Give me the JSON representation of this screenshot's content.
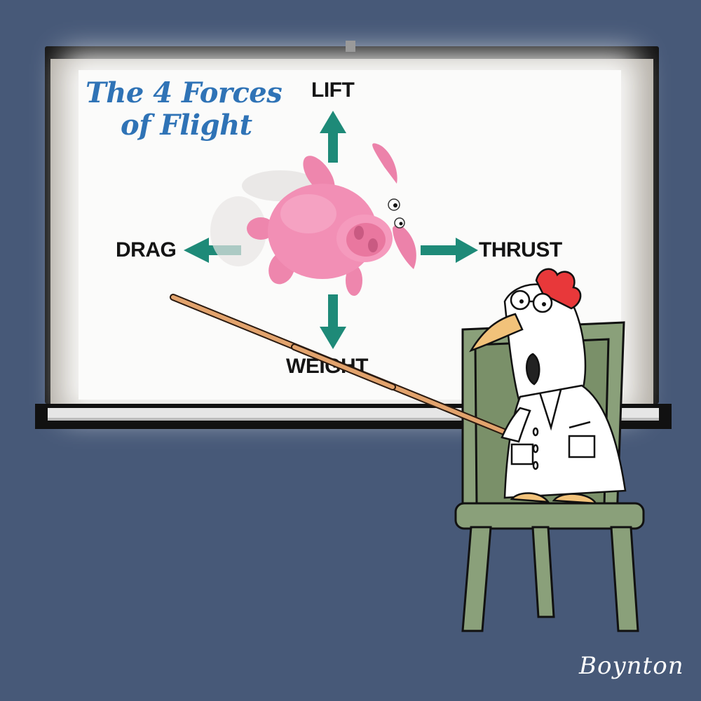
{
  "title": {
    "line1": "The 4 Forces",
    "line2": "of Flight"
  },
  "forces": {
    "lift": "LIFT",
    "drag": "DRAG",
    "thrust": "THRUST",
    "weight": "WEIGHT"
  },
  "signature": "Boynton",
  "colors": {
    "background": "#475978",
    "arrow": "#1e8a78",
    "title": "#2f73b6",
    "pig": "#ef8ab0",
    "chair": "#8aa07a"
  },
  "icons": [
    "pig-icon",
    "chicken-icon",
    "pointer-stick-icon",
    "chair-icon"
  ]
}
